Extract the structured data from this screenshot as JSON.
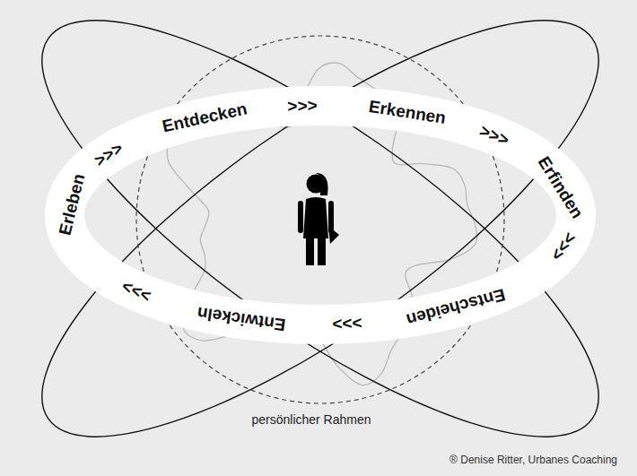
{
  "diagram": {
    "nodes": [
      {
        "text": [
          "Erleben",
          ">>>",
          "Entdecken",
          ">>>",
          "Erkennen",
          ">>>",
          "Erfinden",
          ">>>",
          "Entscheiden",
          ">>>",
          "Entwickeln",
          ">>>"
        ]
      },
      {
        "text": [
          "persönlicher Rahmen"
        ]
      }
    ],
    "labels": [
      "® Denise Ritter, Urbanes Coaching"
    ]
  }
}
